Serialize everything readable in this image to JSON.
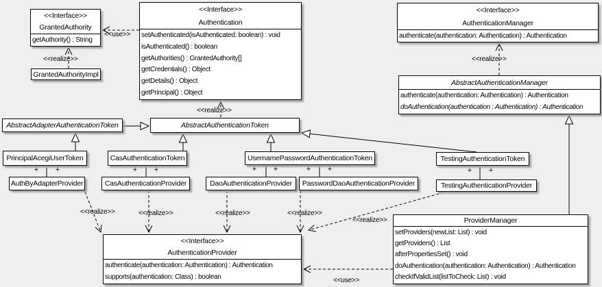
{
  "colors": {
    "background": "#efefef",
    "box_fill": "#ffffff",
    "line": "#000000",
    "shadow": "#a6a6a6"
  },
  "edge_labels": {
    "realize": "<<realize>>",
    "use": "<<use>>",
    "plus": "+"
  },
  "classes": {
    "granted_authority": {
      "stereotype": "<<Interface>>",
      "name": "GrantedAuthority",
      "methods": [
        "getAuthority() : String"
      ]
    },
    "granted_authority_impl": {
      "name": "GrantedAuthorityImpl"
    },
    "authentication": {
      "stereotype": "<<Interface>>",
      "name": "Authentication",
      "methods": [
        "setAuthenticated(isAuthenticated: boolean) : void",
        "isAuthenticated() : boolean",
        "getAuthorities() : GrantedAuthority[]",
        "getCredentials() : Object",
        "getDetails() : Object",
        "getPrincipal() : Object"
      ]
    },
    "authentication_manager": {
      "stereotype": "<<Interface>>",
      "name": "AuthenticationManager",
      "methods": [
        "authenticate(authentication: Authentication) : Authentication"
      ]
    },
    "abstract_authentication_manager": {
      "name": "AbstractAuthenticationManager",
      "abstract": true,
      "methods": [
        "authenticate(authentication: Authentication) : Authentication",
        {
          "text": "doAuthentication(authentication : Authentication) : Authentication",
          "italic": true
        }
      ]
    },
    "abstract_adapter_authentication_token": {
      "name": "AbstractAdapterAuthenticationToken",
      "abstract": true
    },
    "abstract_authentication_token": {
      "name": "AbstractAuthenticationToken",
      "abstract": true
    },
    "principal_acegi_user_token": {
      "name": "PrincipalAcegiUserToken"
    },
    "cas_authentication_token": {
      "name": "CasAuthenticationToken"
    },
    "username_password_authentication_token": {
      "name": "UsernamePasswordAuthenticationToken"
    },
    "testing_authentication_token": {
      "name": "TestingAuthenticationToken"
    },
    "auth_by_adapter_provider": {
      "name": "AuthByAdapterProvider"
    },
    "cas_authentication_provider": {
      "name": "CasAuthenticationProvider"
    },
    "dao_authentication_provider": {
      "name": "DaoAuthenticationProvider"
    },
    "password_dao_authentication_provider": {
      "name": "PasswordDaoAuthenticationProvider"
    },
    "testing_authentication_provider": {
      "name": "TestingAuthenticationProvider"
    },
    "authentication_provider": {
      "stereotype": "<<Interface>>",
      "name": "AuthenticationProvider",
      "methods": [
        "authenticate(authentication: Authentication) : Authentication",
        "supports(authentication: Class) : boolean"
      ]
    },
    "provider_manager": {
      "name": "ProviderManager",
      "methods": [
        "setProviders(newList: List) : void",
        "getProviders() : List",
        "afterPropertiesSet() : void",
        "doAuthentication(authentication: Authentication) : Authentication",
        "checkIfValidList(listToCheck: List) : void"
      ]
    }
  }
}
